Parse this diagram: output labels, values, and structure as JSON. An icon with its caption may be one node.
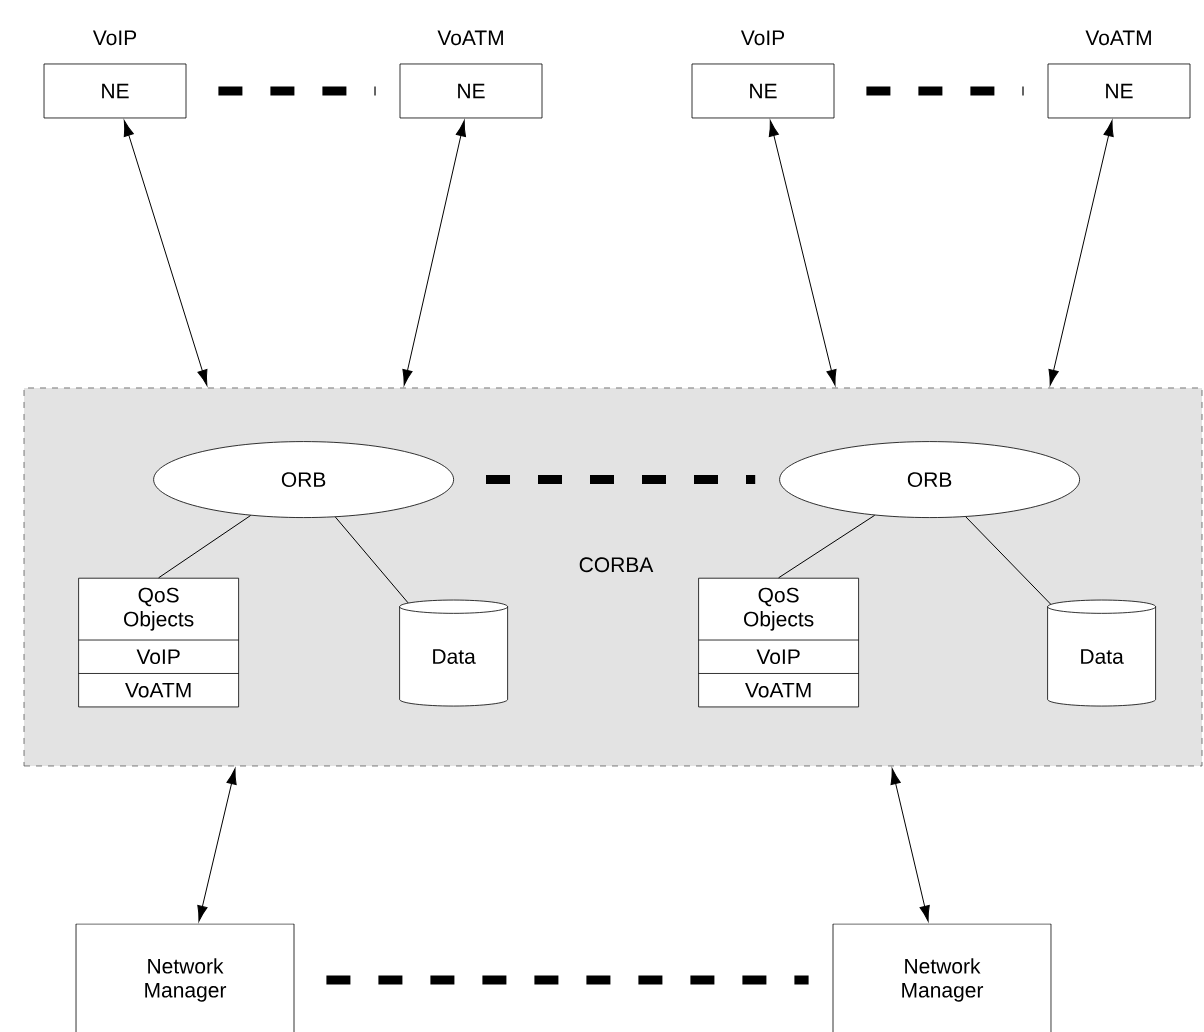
{
  "diagram": {
    "nodes": [
      {
        "text": [
          "VoIP",
          "NE"
        ]
      },
      {
        "text": [
          "VoATM",
          "NE"
        ]
      },
      {
        "text": [
          "VoIP",
          "NE"
        ]
      },
      {
        "text": [
          "VoATM",
          "NE"
        ]
      },
      {
        "text": [
          "CORBA"
        ]
      },
      {
        "text": [
          "ORB"
        ],
        "in": 4
      },
      {
        "text": [
          "QoS Objects",
          "VoIP",
          "VoATM"
        ],
        "in": 4
      },
      {
        "text": [
          "Data"
        ],
        "in": 4
      },
      {
        "text": [
          "ORB"
        ],
        "in": 4
      },
      {
        "text": [
          "QoS Objects",
          "VoIP",
          "VoATM"
        ],
        "in": 4
      },
      {
        "text": [
          "Data"
        ],
        "in": 4
      },
      {
        "text": [
          "Network Manager"
        ]
      },
      {
        "text": [
          "Network Manager"
        ]
      }
    ],
    "edges": [
      {
        "from": 0,
        "to": 4,
        "arrow": "both"
      },
      {
        "from": 1,
        "to": 4,
        "arrow": "both"
      },
      {
        "from": 2,
        "to": 4,
        "arrow": "both"
      },
      {
        "from": 3,
        "to": 4,
        "arrow": "both"
      },
      {
        "from": 5,
        "to": 6,
        "arrow": "none"
      },
      {
        "from": 5,
        "to": 7,
        "arrow": "none"
      },
      {
        "from": 8,
        "to": 9,
        "arrow": "none"
      },
      {
        "from": 8,
        "to": 10,
        "arrow": "none"
      },
      {
        "from": 4,
        "to": 11,
        "arrow": "both"
      },
      {
        "from": 4,
        "to": 12,
        "arrow": "both"
      },
      {
        "from": 0,
        "to": 1,
        "arrow": "none",
        "style": "dashed"
      },
      {
        "from": 2,
        "to": 3,
        "arrow": "none",
        "style": "dashed"
      },
      {
        "from": 5,
        "to": 8,
        "arrow": "none",
        "style": "dashed"
      },
      {
        "from": 11,
        "to": 12,
        "arrow": "none",
        "style": "dashed"
      }
    ]
  }
}
